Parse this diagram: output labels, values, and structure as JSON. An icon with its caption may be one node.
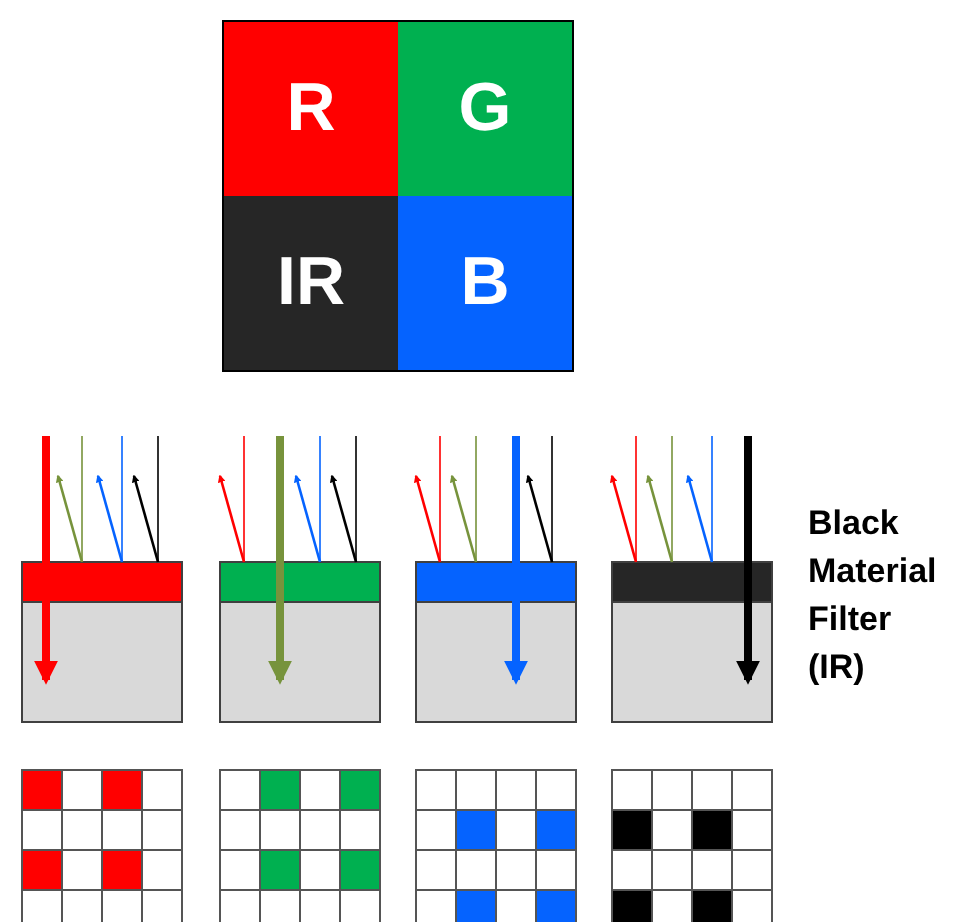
{
  "diagram": {
    "nodes": [
      {
        "text": [
          "R"
        ]
      },
      {
        "text": [
          "G"
        ]
      },
      {
        "text": [
          "IR"
        ]
      },
      {
        "text": [
          "B"
        ]
      }
    ],
    "labels": [
      "Black Material Filter (IR)"
    ]
  }
}
